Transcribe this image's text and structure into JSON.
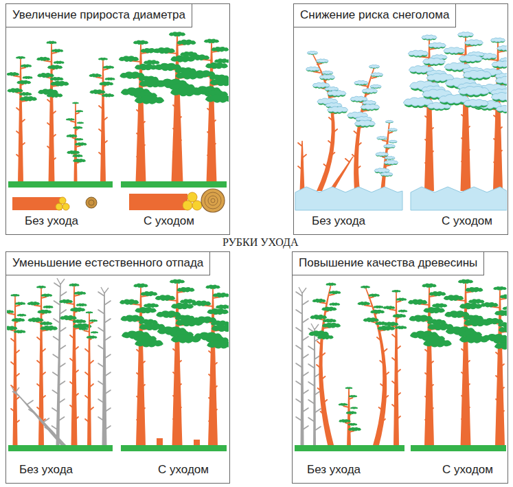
{
  "diagram": {
    "title": "РУБКИ УХОДА",
    "nodes": [
      {
        "text": [
          "Увеличение прироста диаметра",
          "Без ухода",
          "С уходом"
        ]
      },
      {
        "text": [
          "Снижение риска снеголома",
          "Без ухода",
          "С уходом"
        ]
      },
      {
        "text": [
          "Уменьшение естественного отпада",
          "Без ухода",
          "С уходом"
        ]
      },
      {
        "text": [
          "Повышение качества древесины",
          "Без ухода",
          "С уходом"
        ]
      }
    ]
  }
}
